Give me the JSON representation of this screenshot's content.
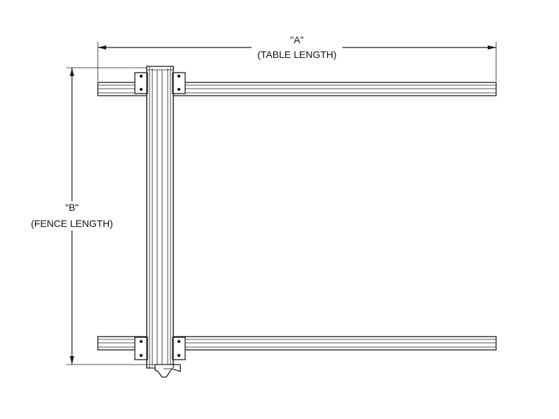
{
  "dimension_a": {
    "label": "\"A\"",
    "caption": "(TABLE LENGTH)"
  },
  "dimension_b": {
    "label": "\"B\"",
    "caption": "(FENCE LENGTH)"
  },
  "colors": {
    "line": "#1a1a1a",
    "background": "#ffffff"
  }
}
